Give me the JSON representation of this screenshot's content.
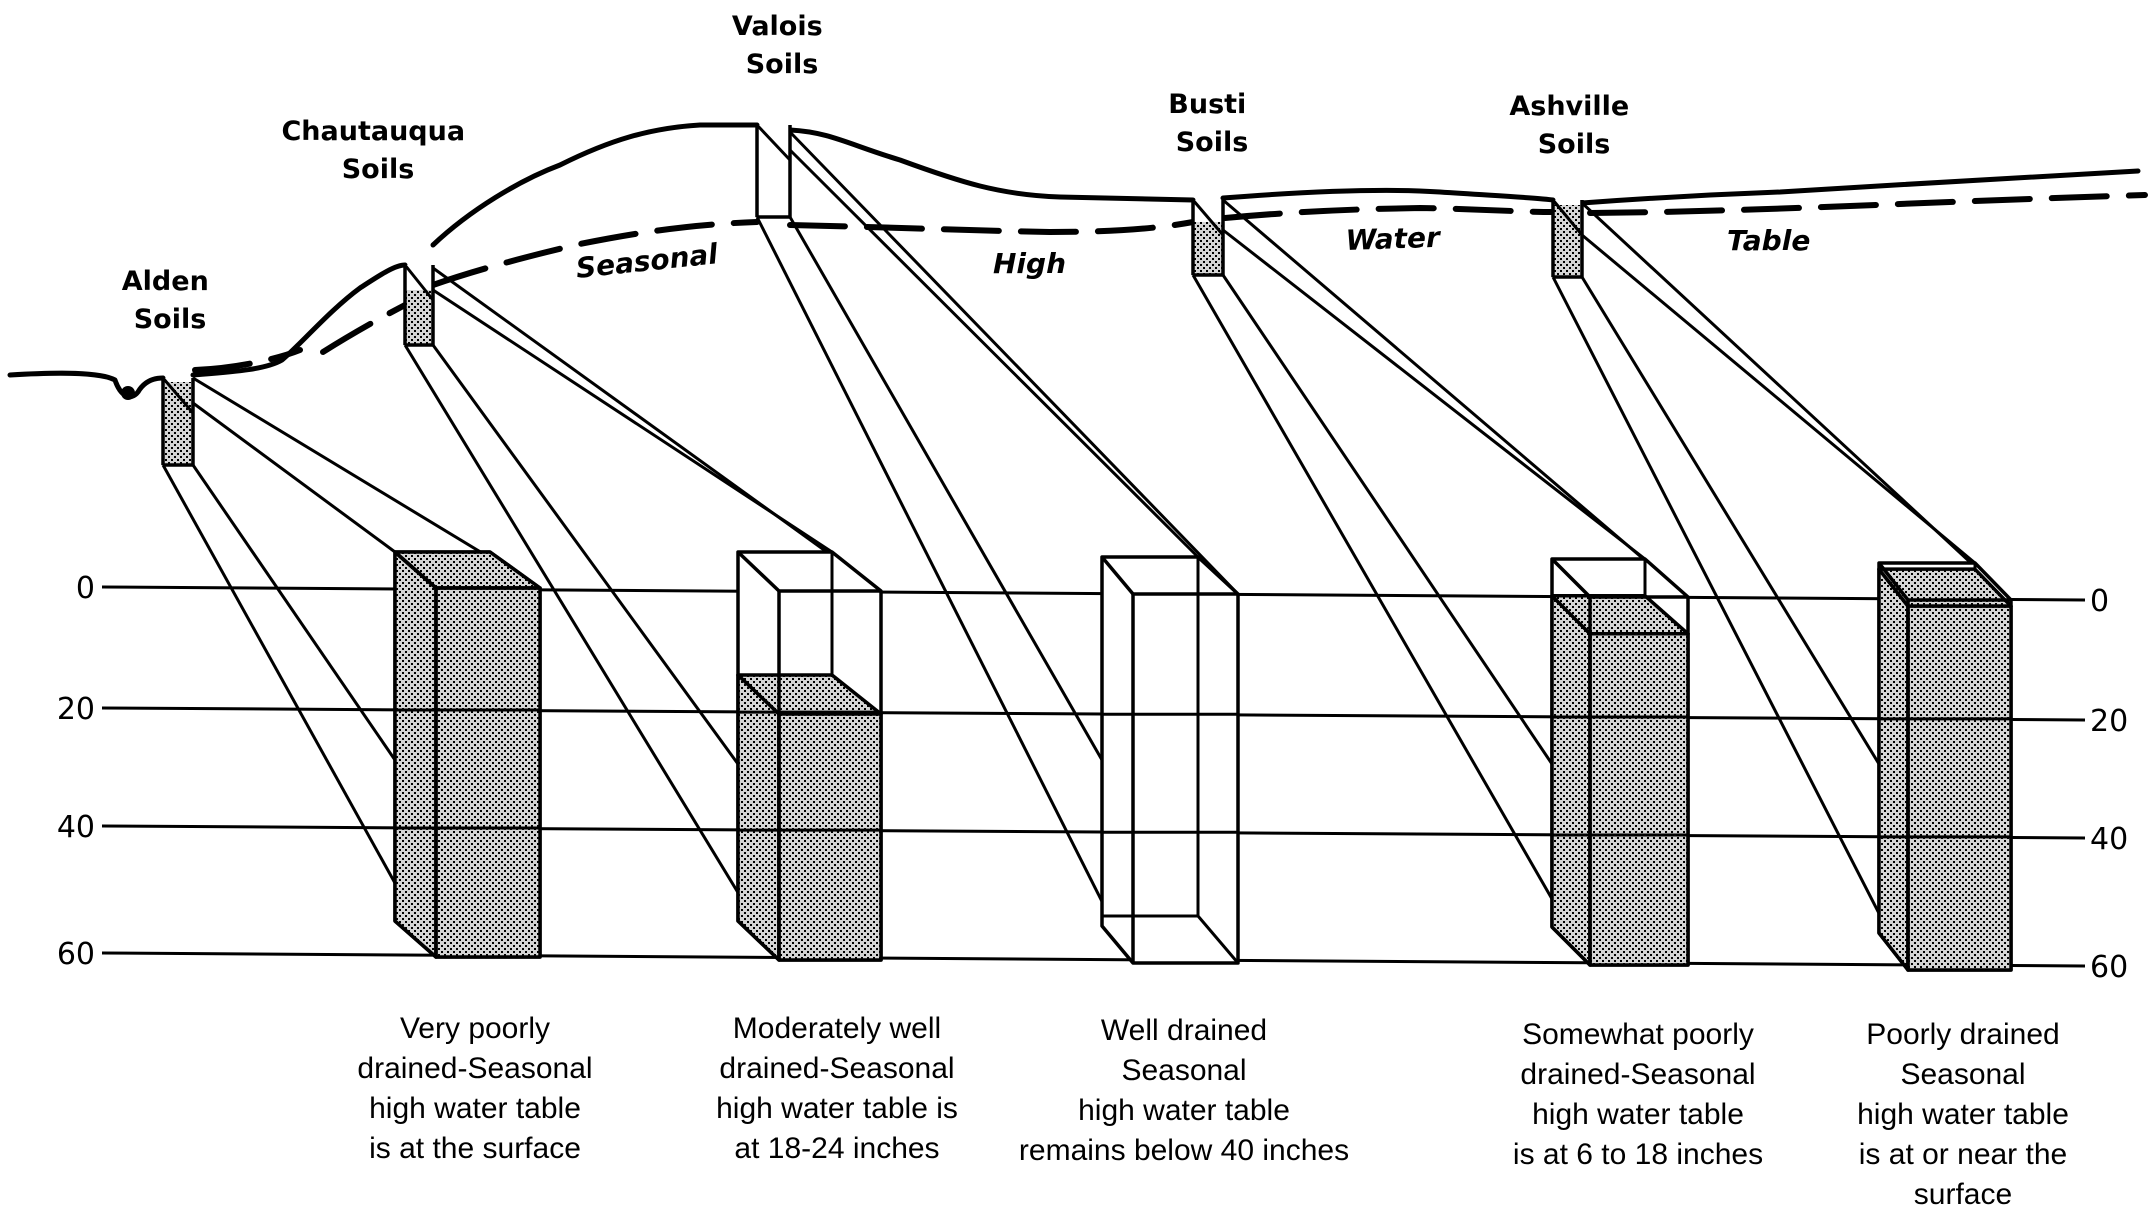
{
  "figure": {
    "soil_labels": [
      {
        "id": "alden",
        "lines": [
          "Alden",
          "Soils"
        ]
      },
      {
        "id": "chautauqua",
        "lines": [
          "Chautauqua",
          "Soils"
        ]
      },
      {
        "id": "valois",
        "lines": [
          "Valois",
          "Soils"
        ]
      },
      {
        "id": "busti",
        "lines": [
          "Busti",
          "Soils"
        ]
      },
      {
        "id": "ashville",
        "lines": [
          "Ashville",
          "Soils"
        ]
      }
    ],
    "water_table_words": [
      "Seasonal",
      "High",
      "Water",
      "Table"
    ],
    "depth_scale": {
      "unit": "inches",
      "ticks": [
        "0",
        "20",
        "40",
        "60"
      ]
    },
    "profiles": [
      {
        "soil": "Alden",
        "drainage": "Very poorly drained",
        "water_table_depth_in": 0,
        "caption": [
          "Very poorly",
          "drained-Seasonal",
          "high water table",
          "is at the surface"
        ]
      },
      {
        "soil": "Chautauqua",
        "drainage": "Moderately well drained",
        "water_table_depth_in": 20,
        "caption": [
          "Moderately well",
          "drained-Seasonal",
          "high water table is",
          "at 18-24 inches"
        ]
      },
      {
        "soil": "Valois",
        "drainage": "Well drained",
        "water_table_depth_in": null,
        "caption": [
          "Well drained",
          "Seasonal",
          "high water table",
          "remains below 40 inches"
        ]
      },
      {
        "soil": "Busti",
        "drainage": "Somewhat poorly drained",
        "water_table_depth_in": 6,
        "caption": [
          "Somewhat poorly",
          "drained-Seasonal",
          "high water table",
          "is at 6 to 18 inches"
        ]
      },
      {
        "soil": "Ashville",
        "drainage": "Poorly drained",
        "water_table_depth_in": 1,
        "caption": [
          "Poorly drained",
          "Seasonal",
          "high water table",
          "is at or near the",
          "surface"
        ]
      }
    ],
    "colors": {
      "ink": "#000000",
      "paper": "#ffffff",
      "saturated_fill": "#c8c8c8"
    }
  }
}
